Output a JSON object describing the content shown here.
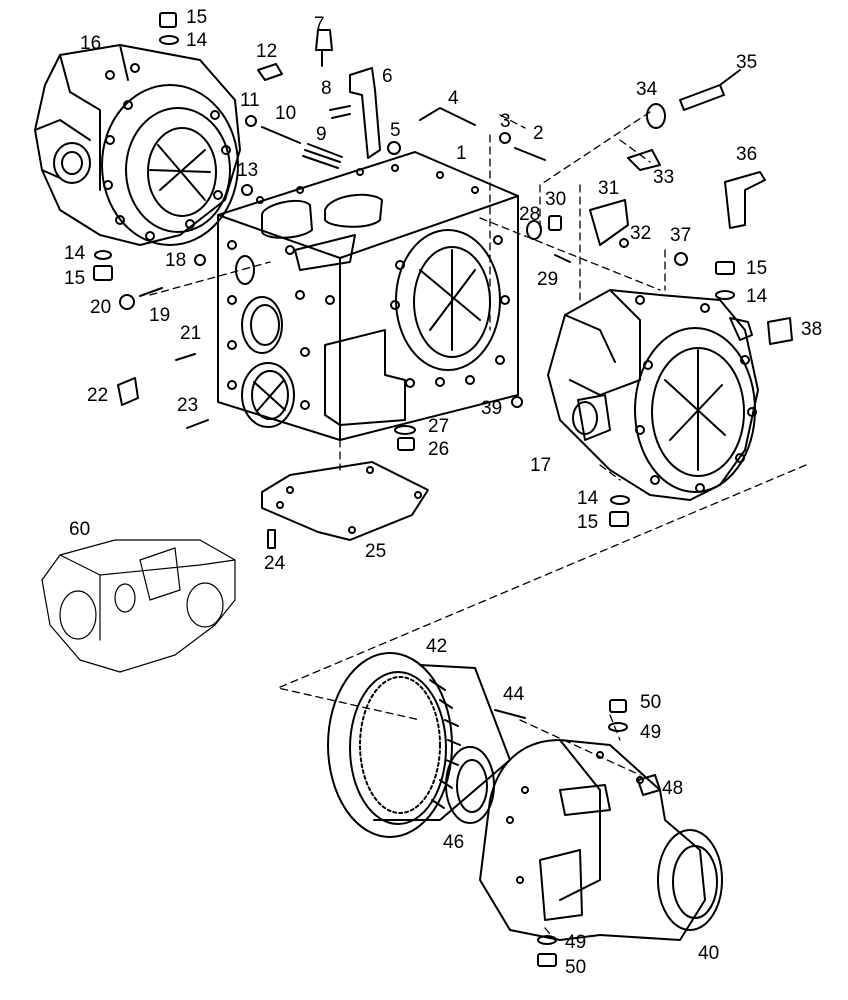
{
  "diagram": {
    "type": "exploded-parts-drawing",
    "line_color": "#000000",
    "background": "#ffffff",
    "parts": [
      {
        "id": "p1",
        "label": "1"
      },
      {
        "id": "p2",
        "label": "2"
      },
      {
        "id": "p3",
        "label": "3"
      },
      {
        "id": "p4",
        "label": "4"
      },
      {
        "id": "p5",
        "label": "5"
      },
      {
        "id": "p6",
        "label": "6"
      },
      {
        "id": "p7",
        "label": "7"
      },
      {
        "id": "p8",
        "label": "8"
      },
      {
        "id": "p9",
        "label": "9"
      },
      {
        "id": "p10",
        "label": "10"
      },
      {
        "id": "p11",
        "label": "11"
      },
      {
        "id": "p12",
        "label": "12"
      },
      {
        "id": "p13",
        "label": "13"
      },
      {
        "id": "p14a",
        "label": "14"
      },
      {
        "id": "p14b",
        "label": "14"
      },
      {
        "id": "p14c",
        "label": "14"
      },
      {
        "id": "p14d",
        "label": "14"
      },
      {
        "id": "p15a",
        "label": "15"
      },
      {
        "id": "p15b",
        "label": "15"
      },
      {
        "id": "p15c",
        "label": "15"
      },
      {
        "id": "p15d",
        "label": "15"
      },
      {
        "id": "p16",
        "label": "16"
      },
      {
        "id": "p17",
        "label": "17"
      },
      {
        "id": "p18",
        "label": "18"
      },
      {
        "id": "p19",
        "label": "19"
      },
      {
        "id": "p20",
        "label": "20"
      },
      {
        "id": "p21",
        "label": "21"
      },
      {
        "id": "p22",
        "label": "22"
      },
      {
        "id": "p23",
        "label": "23"
      },
      {
        "id": "p24",
        "label": "24"
      },
      {
        "id": "p25",
        "label": "25"
      },
      {
        "id": "p26",
        "label": "26"
      },
      {
        "id": "p27",
        "label": "27"
      },
      {
        "id": "p28",
        "label": "28"
      },
      {
        "id": "p29",
        "label": "29"
      },
      {
        "id": "p30",
        "label": "30"
      },
      {
        "id": "p31",
        "label": "31"
      },
      {
        "id": "p32",
        "label": "32"
      },
      {
        "id": "p33",
        "label": "33"
      },
      {
        "id": "p34",
        "label": "34"
      },
      {
        "id": "p35",
        "label": "35"
      },
      {
        "id": "p36",
        "label": "36"
      },
      {
        "id": "p37",
        "label": "37"
      },
      {
        "id": "p38",
        "label": "38"
      },
      {
        "id": "p39",
        "label": "39"
      },
      {
        "id": "p40",
        "label": "40"
      },
      {
        "id": "p42",
        "label": "42"
      },
      {
        "id": "p44",
        "label": "44"
      },
      {
        "id": "p46",
        "label": "46"
      },
      {
        "id": "p48",
        "label": "48"
      },
      {
        "id": "p49a",
        "label": "49"
      },
      {
        "id": "p49b",
        "label": "49"
      },
      {
        "id": "p50a",
        "label": "50"
      },
      {
        "id": "p50b",
        "label": "50"
      },
      {
        "id": "p60",
        "label": "60"
      }
    ]
  }
}
